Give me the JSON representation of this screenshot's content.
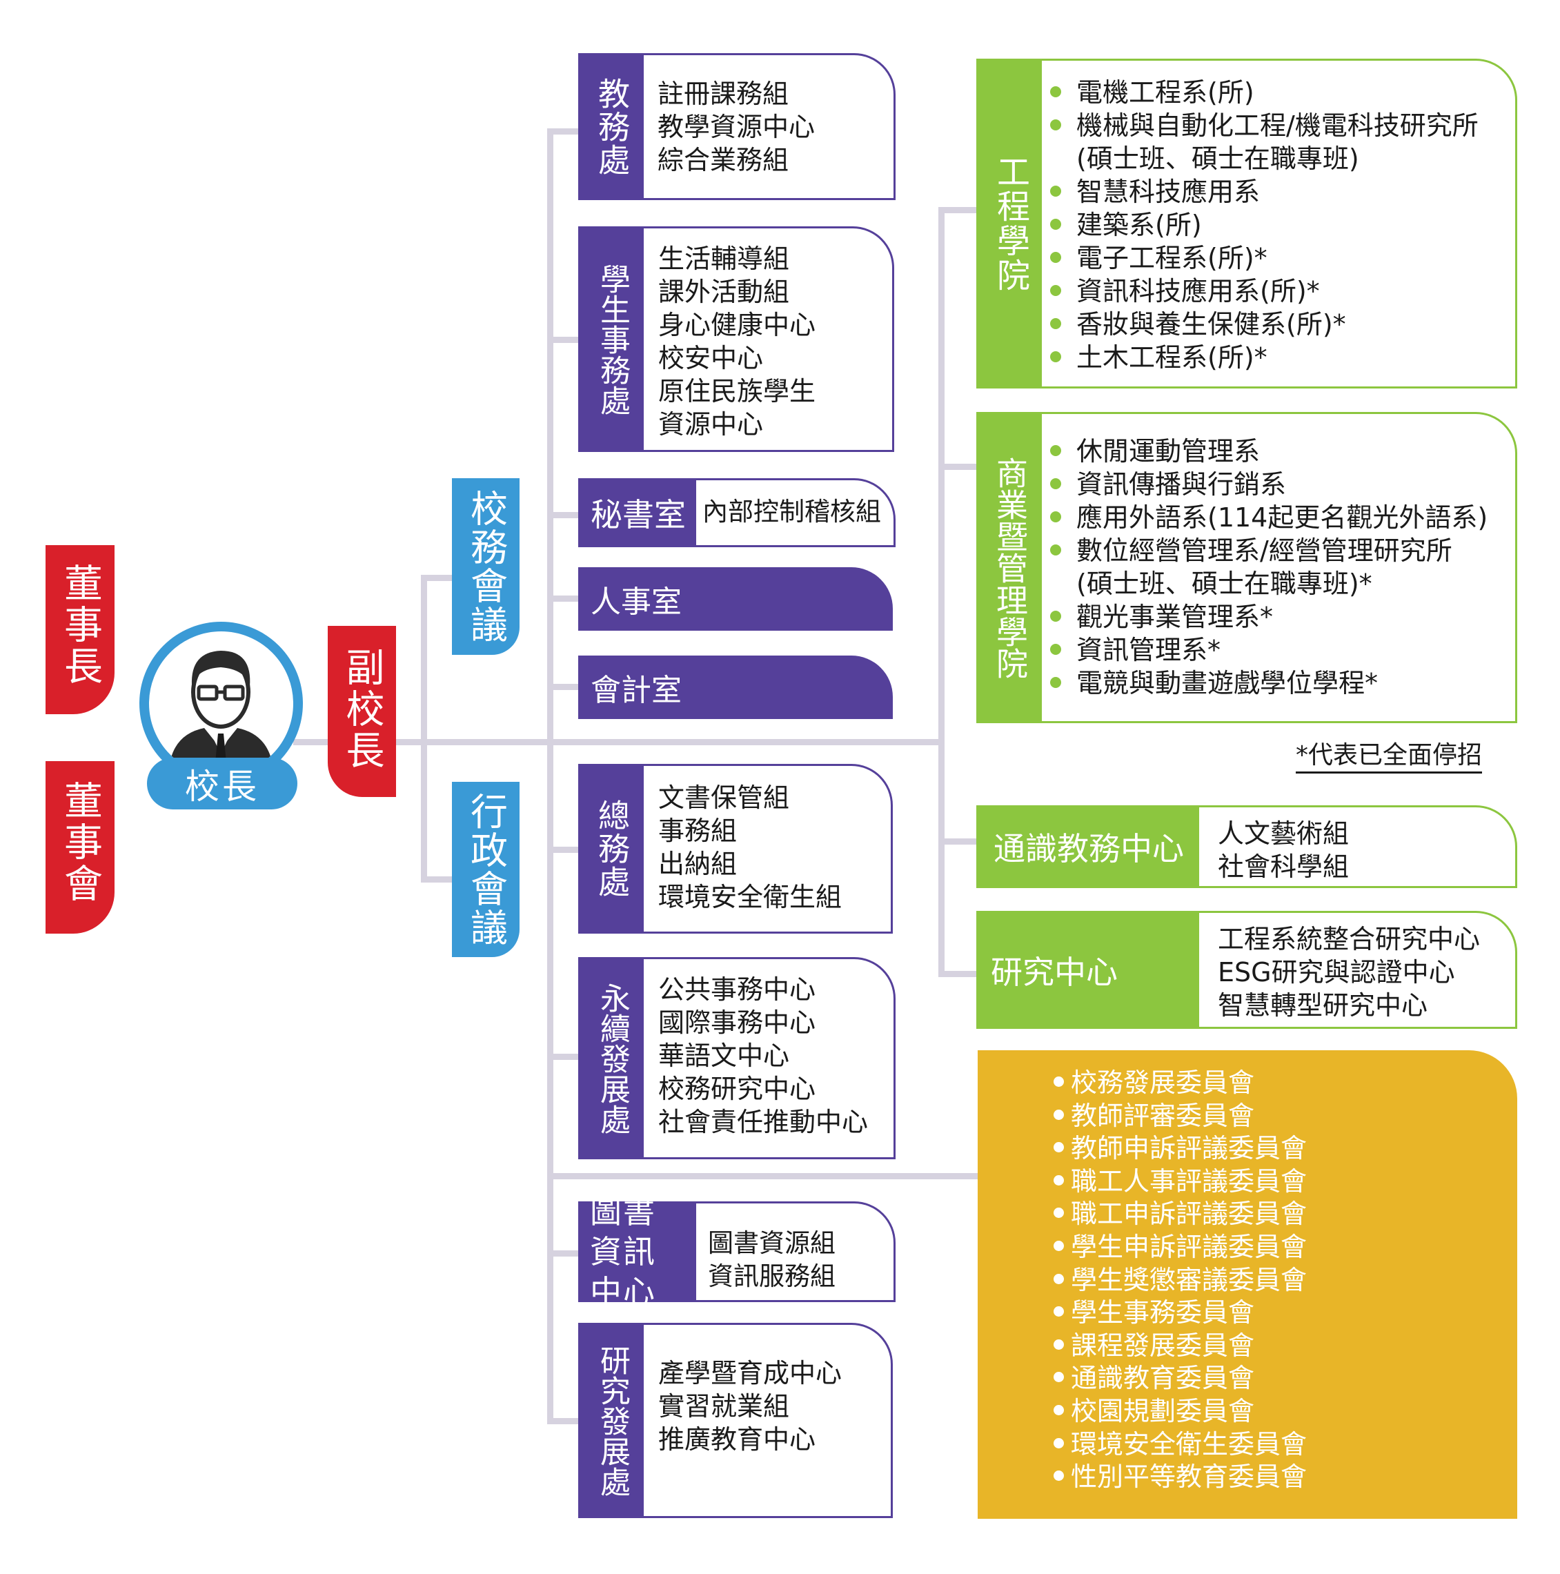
{
  "board": {
    "chairman": "董事長",
    "board_of_directors": "董事會"
  },
  "president": {
    "label": "校長"
  },
  "vice_president": {
    "label": "副校長"
  },
  "councils": {
    "university_council": "校務會議",
    "administrative_council": "行政會議"
  },
  "admin_units": [
    {
      "name": "教務處",
      "items": [
        "註冊課務組",
        "教學資源中心",
        "綜合業務組"
      ]
    },
    {
      "name": "學生事務處",
      "items": [
        "生活輔導組",
        "課外活動組",
        "身心健康中心",
        "校安中心",
        "原住民族學生",
        "資源中心"
      ]
    },
    {
      "name": "秘書室",
      "items": [
        "內部控制稽核組"
      ]
    },
    {
      "name": "人事室",
      "items": []
    },
    {
      "name": "會計室",
      "items": []
    },
    {
      "name": "總務處",
      "items": [
        "文書保管組",
        "事務組",
        "出納組",
        "環境安全衛生組"
      ]
    },
    {
      "name": "永續發展處",
      "items": [
        "公共事務中心",
        "國際事務中心",
        "華語文中心",
        "校務研究中心",
        "社會責任推動中心"
      ]
    },
    {
      "name": "圖書資訊中心",
      "items": [
        "圖書資源組",
        "資訊服務組"
      ]
    },
    {
      "name": "研究發展處",
      "items": [
        "產學暨育成中心",
        "實習就業組",
        "推廣教育中心"
      ]
    }
  ],
  "colleges": [
    {
      "name": "工程學院",
      "departments": [
        "電機工程系(所)",
        "機械與自動化工程/機電科技研究所",
        "(碩士班、碩士在職專班)",
        "智慧科技應用系",
        "建築系(所)",
        "電子工程系(所)*",
        "資訊科技應用系(所)*",
        "香妝與養生保健系(所)*",
        "土木工程系(所)*"
      ]
    },
    {
      "name": "商業暨管理學院",
      "departments": [
        "休閒運動管理系",
        "資訊傳播與行銷系",
        "應用外語系(114起更名觀光外語系)",
        "數位經營管理系/經營管理研究所",
        "(碩士班、碩士在職專班)*",
        "觀光事業管理系*",
        "資訊管理系*",
        "電競與動畫遊戲學位學程*"
      ]
    }
  ],
  "footnote": "*代表已全面停招",
  "centers": [
    {
      "name": "通識教務中心",
      "items": [
        "人文藝術組",
        "社會科學組"
      ]
    },
    {
      "name": "研究中心",
      "items": [
        "工程系統整合研究中心",
        "ESG研究與認證中心",
        "智慧轉型研究中心"
      ]
    }
  ],
  "committees": [
    "校務發展委員會",
    "教師評審委員會",
    "教師申訴評議委員會",
    "職工人事評議委員會",
    "職工申訴評議委員會",
    "學生申訴評議委員會",
    "學生獎懲審議委員會",
    "學生事務委員會",
    "課程發展委員會",
    "通識教育委員會",
    "校園規劃委員會",
    "環境安全衛生委員會",
    "性別平等教育委員會"
  ],
  "colors": {
    "red": "#d9202a",
    "blue": "#3a9ad6",
    "purple": "#55409a",
    "green": "#8cc63f",
    "yellow": "#e8b528",
    "connector": "#d6d2df"
  }
}
